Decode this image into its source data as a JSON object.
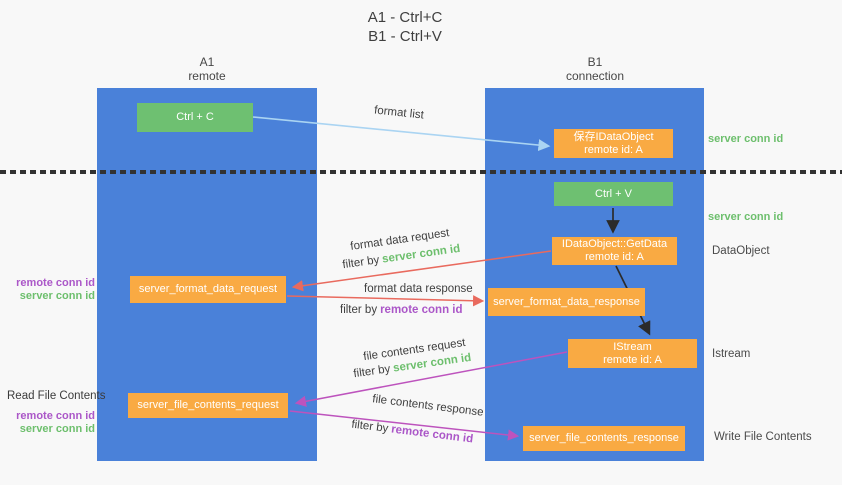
{
  "title": {
    "line1": "A1 - Ctrl+C",
    "line2": "B1 - Ctrl+V"
  },
  "lifelines": {
    "a1": {
      "name": "A1",
      "role": "remote"
    },
    "b1": {
      "name": "B1",
      "role": "connection"
    }
  },
  "nodes": {
    "ctrl_c": {
      "label": "Ctrl + C"
    },
    "ctrl_v": {
      "label": "Ctrl + V"
    },
    "save_idataobject": {
      "line1": "保存IDataObject",
      "line2": "remote id: A"
    },
    "idataobject_getdata": {
      "line1": "IDataObject::GetData",
      "line2": "remote id: A"
    },
    "istream": {
      "line1": "IStream",
      "line2": "remote id: A"
    },
    "server_format_data_request": {
      "label": "server_format_data_request"
    },
    "server_format_data_response": {
      "label": "server_format_data_response"
    },
    "server_file_contents_request": {
      "label": "server_file_contents_request"
    },
    "server_file_contents_response": {
      "label": "server_file_contents_response"
    }
  },
  "edge_labels": {
    "format_list": "format list",
    "format_data_request": "format data request",
    "format_data_response": "format data response",
    "file_contents_request": "file contents request",
    "file_contents_response": "file contents response",
    "filter_by": "filter by",
    "server_conn_id": "server conn id",
    "remote_conn_id": "remote conn id"
  },
  "annotations": {
    "server_conn_id_top": "server conn id",
    "server_conn_id_mid": "server conn id",
    "dataobject": "DataObject",
    "istream": "Istream",
    "read_file_contents": "Read File Contents",
    "write_file_contents": "Write File Contents",
    "remote_conn_id": "remote conn id",
    "server_conn_id": "server conn id"
  },
  "colors": {
    "lifeline_blue": "#4a81d9",
    "node_green": "#6ec071",
    "node_orange": "#f9aa43",
    "arrow_lightblue": "#aad4f2",
    "arrow_red": "#e96a5e",
    "arrow_magenta": "#bd53bd",
    "arrow_black": "#2b2b2b",
    "text_green": "#6dbf6d",
    "text_purple": "#ab57c8",
    "text_dark": "#3f3f3f"
  }
}
